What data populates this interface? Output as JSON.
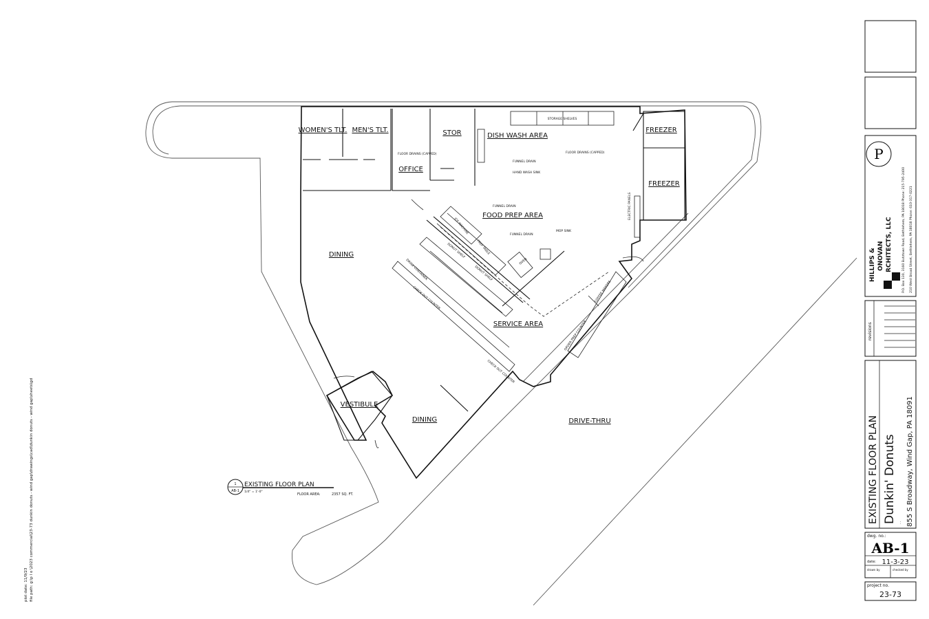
{
  "plan": {
    "rooms": {
      "womens_tlt": "WOMEN'S TLT.",
      "mens_tlt": "MEN'S TLT.",
      "stor": "STOR",
      "office": "OFFICE",
      "dish_wash": "DISH WASH AREA",
      "freezer_1": "FREEZER",
      "freezer_2": "FREEZER",
      "food_prep": "FOOD PREP AREA",
      "dining_1": "DINING",
      "dining_2": "DINING",
      "service": "SERVICE AREA",
      "vestibule": "VESTIBULE",
      "drive_thru": "DRIVE-THRU"
    },
    "notes": {
      "storage_shelves": "STORAGE SHELVES",
      "floor_drains_1": "FLOOR DRAINS (CAPPED)",
      "floor_drains_2": "FLOOR DRAINS (CAPPED)",
      "funnel_drain_1": "FUNNEL DRAIN",
      "hand_wash_sink": "HAND WASH SINK",
      "funnel_drain_2": "FUNNEL DRAIN",
      "funnel_drain_3": "FUNNEL DRAIN",
      "mop_sink": "MOP SINK",
      "ice_machine": "ICE MACHINE",
      "prep_table": "PREP TABLE",
      "donut_shelf_1": "DONUT SHELF",
      "donut_shelf_2": "DONUT SHELF",
      "oven": "OVEN",
      "drink_container": "DRINK CONTAINER",
      "check_out_1": "CHECK OUT COUNTER",
      "check_out_2": "CHECK OUT COUNTER",
      "coffee_makers": "COFFEE MAKERS",
      "order_prep": "ORDER PREP COUNTER",
      "electric_panels": "ELECTRIC PANELS"
    },
    "title": {
      "number": "1",
      "sheet": "AB-1",
      "name": "EXISTING FLOOR PLAN",
      "scale": "1/4\" = 1'-0\"",
      "area_label": "FLOOR AREA:",
      "area_value": "2357 SQ. FT."
    }
  },
  "title_block": {
    "firm_line1": "HILLIPS &",
    "firm_line2": "ONOVAN",
    "firm_line3": "RCHITECTS, LLC",
    "firm_addr1": "P.O. Box 130, 3160 Butztown Road, Bethlehem, PA 18018   Phone: 215-795-2400",
    "firm_addr2": "210 West Broad Street, Bethlehem, PA 18018   Phone: 610-317-0221",
    "revisions": "revisions",
    "drawing_title": "EXISTING FLOOR PLAN",
    "project_name": "Dunkin' Donuts",
    "project_addr": "855 S Broadway, Wind Gap, PA 18091",
    "dwg_no_label": "dwg. no.:",
    "dwg_no": "AB-1",
    "date_label": "date:",
    "date": "11-3-23",
    "drawn_by": "drawn by",
    "checked_by": "checked by",
    "project_no_label": "project no.",
    "project_no": "23-73"
  },
  "plot_info": {
    "plot_date": "plot date:  11/9/23",
    "file_path": "file path:  g:\\p l o \\2023 commercial\\23-73 dunkin donuts - wind gap\\drawings\\cad\\dunkin donuts - wind gap\\sheets\\gd"
  }
}
